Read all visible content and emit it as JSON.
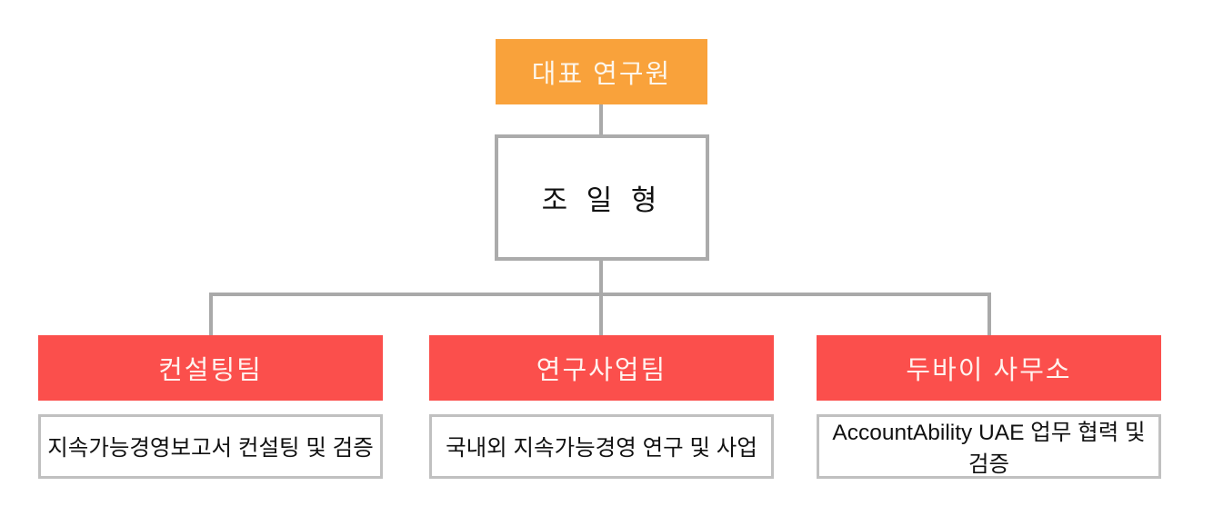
{
  "diagram": {
    "type": "org-chart",
    "root": {
      "label": "대표 연구원"
    },
    "manager": {
      "name": "조 일 형"
    },
    "teams": [
      {
        "label": "컨설팅팀",
        "description": "지속가능경영보고서 컨설팅 및 검증"
      },
      {
        "label": "연구사업팀",
        "description": "국내외 지속가능경영 연구 및 사업"
      },
      {
        "label": "두바이 사무소",
        "description": "AccountAbility UAE 업무 협력 및 검증"
      }
    ],
    "colors": {
      "root_fill": "#F9A23B",
      "team_fill": "#FB4F4C",
      "connector": "#A9A9A9",
      "name_border": "#ABABAB",
      "desc_border": "#C0C0C0",
      "background": "#FFFFFF",
      "dark_text": "#111111",
      "light_text": "#FFF6EE"
    }
  }
}
